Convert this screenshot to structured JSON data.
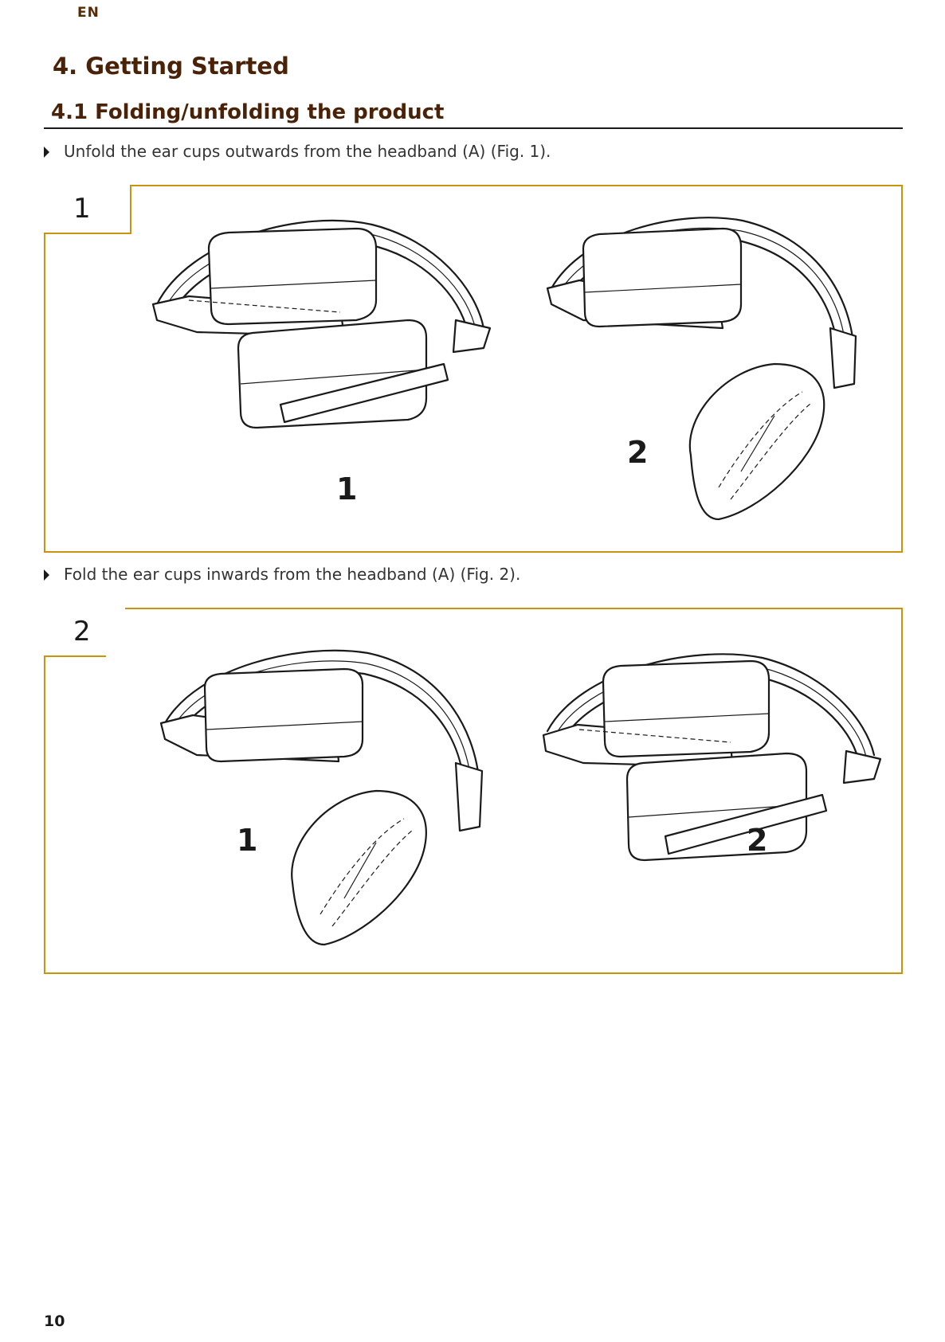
{
  "header": {
    "lang": "EN"
  },
  "section": {
    "title": "4. Getting Started"
  },
  "subsection": {
    "title": "4.1 Folding/unfolding the product"
  },
  "steps": [
    {
      "text": "Unfold the ear cups outwards from the headband (A) (Fig. 1)."
    },
    {
      "text": "Fold the ear cups inwards from the headband (A) (Fig. 2)."
    }
  ],
  "figures": [
    {
      "number": "1",
      "callouts": [
        "1",
        "2"
      ]
    },
    {
      "number": "2",
      "callouts": [
        "1",
        "2"
      ]
    }
  ],
  "icons": {
    "bullet": "triangle-right-icon",
    "illustration": "headphones-icon"
  },
  "colors": {
    "figure_border": "#c9930b",
    "heading": "#4a2208"
  },
  "footer": {
    "page_number": "10"
  }
}
